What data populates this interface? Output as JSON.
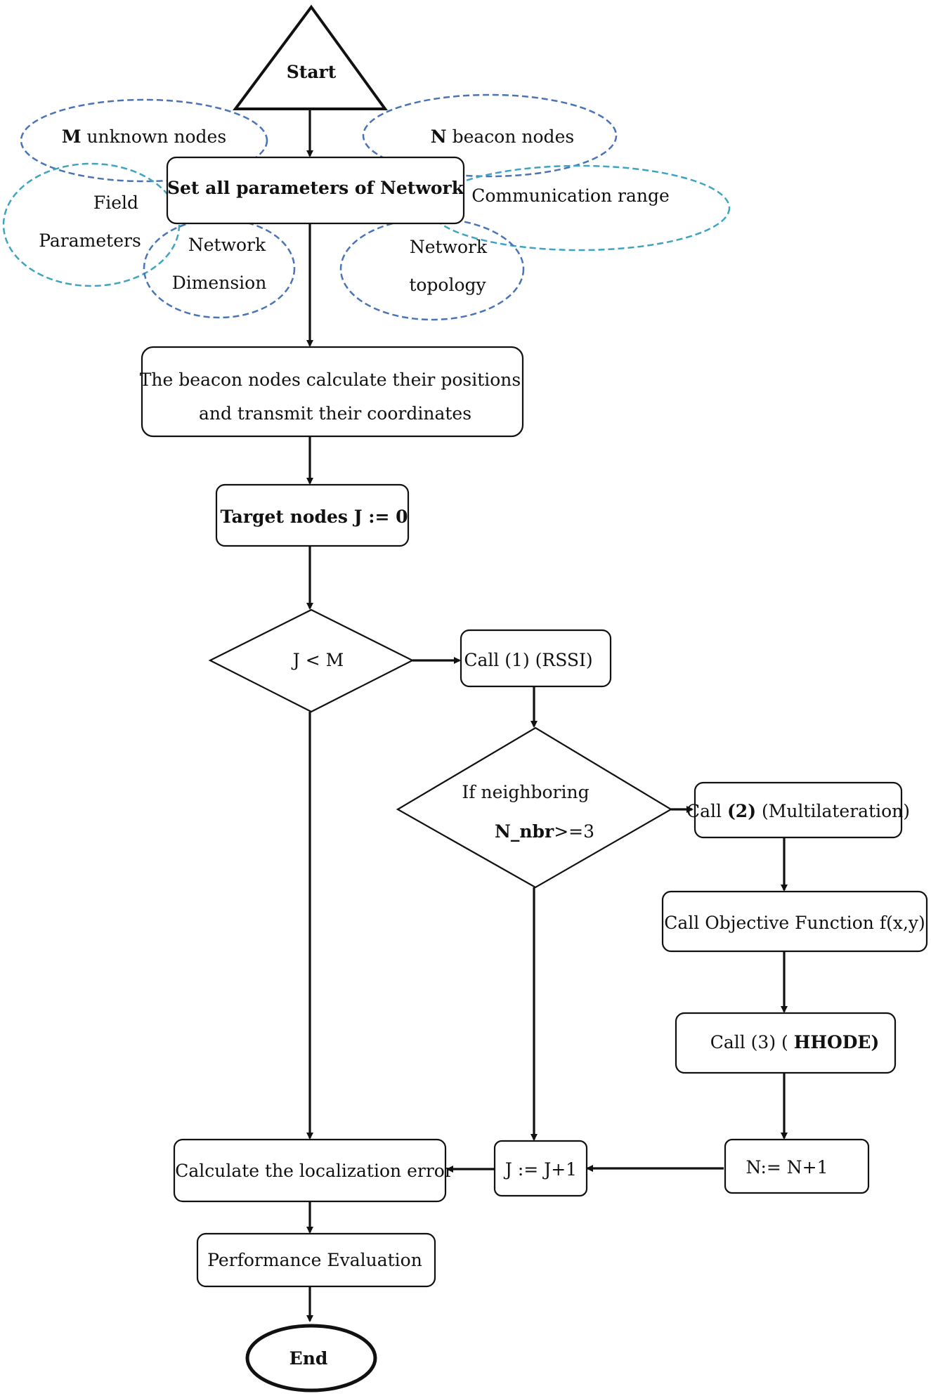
{
  "colors": {
    "line": "#111111",
    "ellipse_blue": "#4a74b8",
    "ellipse_teal": "#3fa4bf"
  },
  "nodes": {
    "start": "Start",
    "set_params": "Set all parameters of Network",
    "beacon_calc": {
      "line1": "The beacon nodes calculate their positions",
      "line2": "and transmit their coordinates"
    },
    "target_init": "Target nodes J := 0",
    "decision_jm": "J < M",
    "call_rssi": "Call (1) (RSSI)",
    "decision_neighbor": {
      "line1": "If neighboring",
      "bold": "N_nbr",
      "rest": ">=3"
    },
    "call_multilateration": {
      "prefix": "Call ",
      "bold": "(2)",
      "rest": " (Multilateration)"
    },
    "call_objective": "Call Objective Function  f(x,y)",
    "call_hhode": {
      "prefix": "Call (3) ( ",
      "bold": "HHODE)"
    },
    "n_increment": "N:= N+1",
    "j_increment": "J := J+1",
    "calc_error": "Calculate the localization error",
    "performance": "Performance Evaluation",
    "end": "End"
  },
  "parameter_ellipses": {
    "unknown_nodes": {
      "bold": "M",
      "rest": " unknown nodes"
    },
    "beacon_nodes": {
      "bold": "N",
      "rest": " beacon nodes"
    },
    "field_parameters": {
      "line1": "Field",
      "line2": "Parameters"
    },
    "network_dimension": {
      "line1": "Network",
      "line2": "Dimension"
    },
    "communication_range": "Communication range",
    "network_topology": {
      "line1": "Network",
      "line2": "topology"
    }
  }
}
